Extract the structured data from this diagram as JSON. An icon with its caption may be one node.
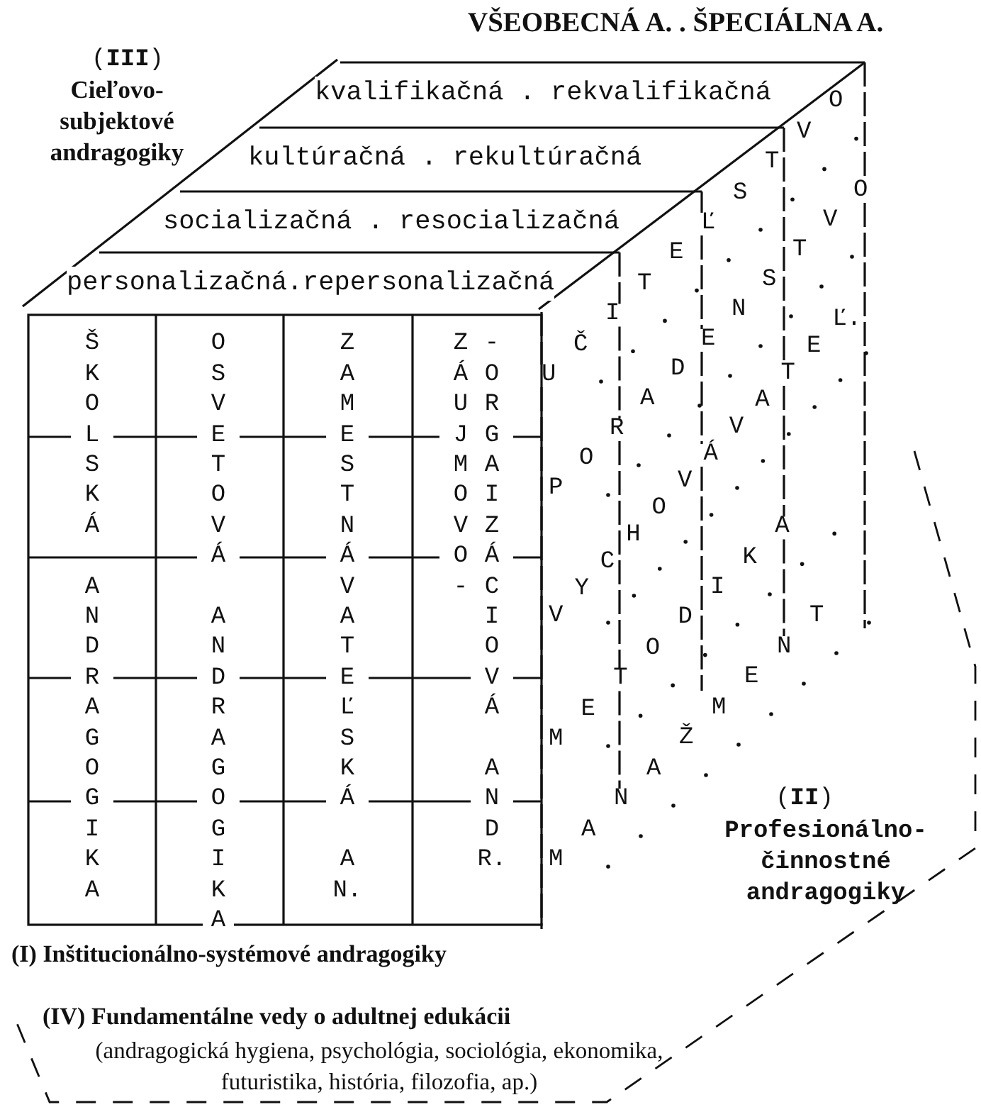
{
  "diagram": {
    "title": "VŠEOBECNÁ A. . ŠPECIÁLNA A.",
    "nodes": [
      {
        "text": [
          "kvalifikačná . rekvalifikačná"
        ]
      },
      {
        "text": [
          "kultúračná . rekultúračná"
        ]
      },
      {
        "text": [
          "socializačná . resocializačná"
        ]
      },
      {
        "text": [
          "personalizačná.repersonalizačná"
        ]
      },
      {
        "text": [
          "ŠKOLSKÁ",
          "ANDRAGOGIKA"
        ]
      },
      {
        "text": [
          "OSVETOVÁ",
          "ANDRAGOGIKA"
        ]
      },
      {
        "text": [
          "ZAMESTNÁVATEĽSKÁ",
          "AN."
        ]
      },
      {
        "text": [
          "ZÁUJMOVO-",
          "-ORGAIZÁCIOVÁ",
          "ANDR."
        ]
      }
    ],
    "labels": [
      "(**III**)",
      "Cieľovo-subjektové andragogiky",
      "UČITEĽSTVO",
      "PORADENSTVO",
      "VYCHOVÁVATEĽ.",
      "METODIKA",
      "MANAŽMENT",
      "(**II**)",
      "Profesionálno-činnostné andragogiky",
      "(I) Inštitucionálno-systémové andragogiky",
      "(IV) Fundamentálne vedy o adultnej edukácii",
      "(andragogická hygiena, psychológia, sociológia, ekonomika, futuristika, história, filozofia, ap.)"
    ]
  }
}
